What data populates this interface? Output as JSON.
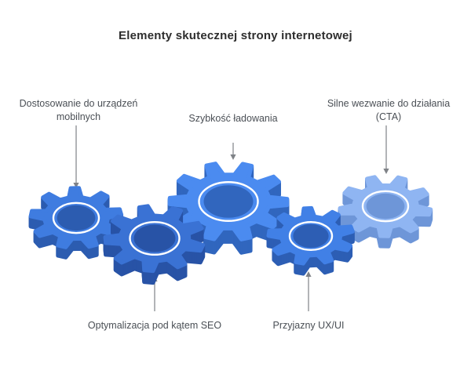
{
  "title": "Elementy skutecznej strony internetowej",
  "background": "#ffffff",
  "arrow_color": "#7f8287",
  "labels": {
    "mobile": "Dostosowanie do urządzeń mobilnych",
    "speed": "Szybkość ładowania",
    "cta": "Silne wezwanie do działania (CTA)",
    "seo": "Optymalizacja pod kątem SEO",
    "ux": "Przyjazny UX/UI"
  },
  "gears": [
    {
      "name": "mobile",
      "top": "#3F7CE0",
      "side": "#2C5CB0"
    },
    {
      "name": "seo",
      "top": "#3A72D4",
      "side": "#2853A6"
    },
    {
      "name": "speed",
      "top": "#4B8BF0",
      "side": "#3166BE"
    },
    {
      "name": "ux",
      "top": "#4180E6",
      "side": "#2D5EB4"
    },
    {
      "name": "cta",
      "top": "#8FB5F2",
      "side": "#6E96D8"
    }
  ],
  "ring_color": "#ffffff"
}
